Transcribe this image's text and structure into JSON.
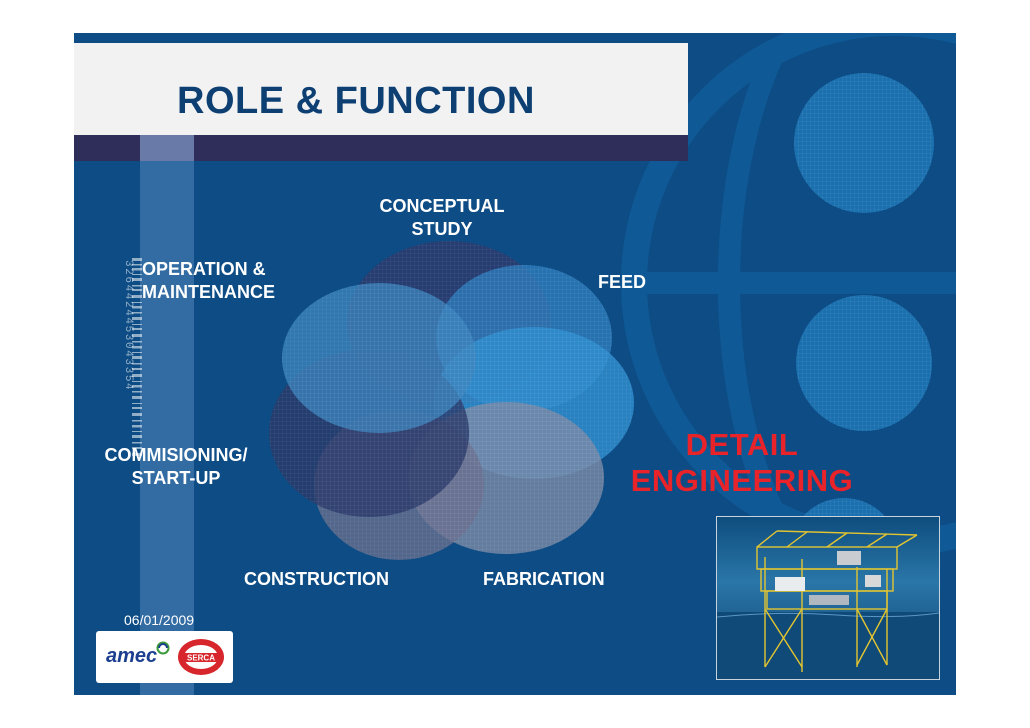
{
  "slide": {
    "title": "ROLE & FUNCTION",
    "date": "06/01/2009"
  },
  "phases": {
    "conceptual_study": "CONCEPTUAL\nSTUDY",
    "feed": "FEED",
    "detail_engineering": "DETAIL\nENGINEERING",
    "fabrication": "FABRICATION",
    "construction": "CONSTRUCTION",
    "commissioning": "COMMISIONING/\nSTART-UP",
    "operation": "OPERATION &\nMAINTENANCE"
  },
  "barcode_digits": "3264424453043354",
  "logos": {
    "amec": "amec",
    "serca": "SERCA"
  },
  "colors": {
    "background": "#0d4c84",
    "title": "#0d3f72",
    "highlight": "#e8232a"
  }
}
